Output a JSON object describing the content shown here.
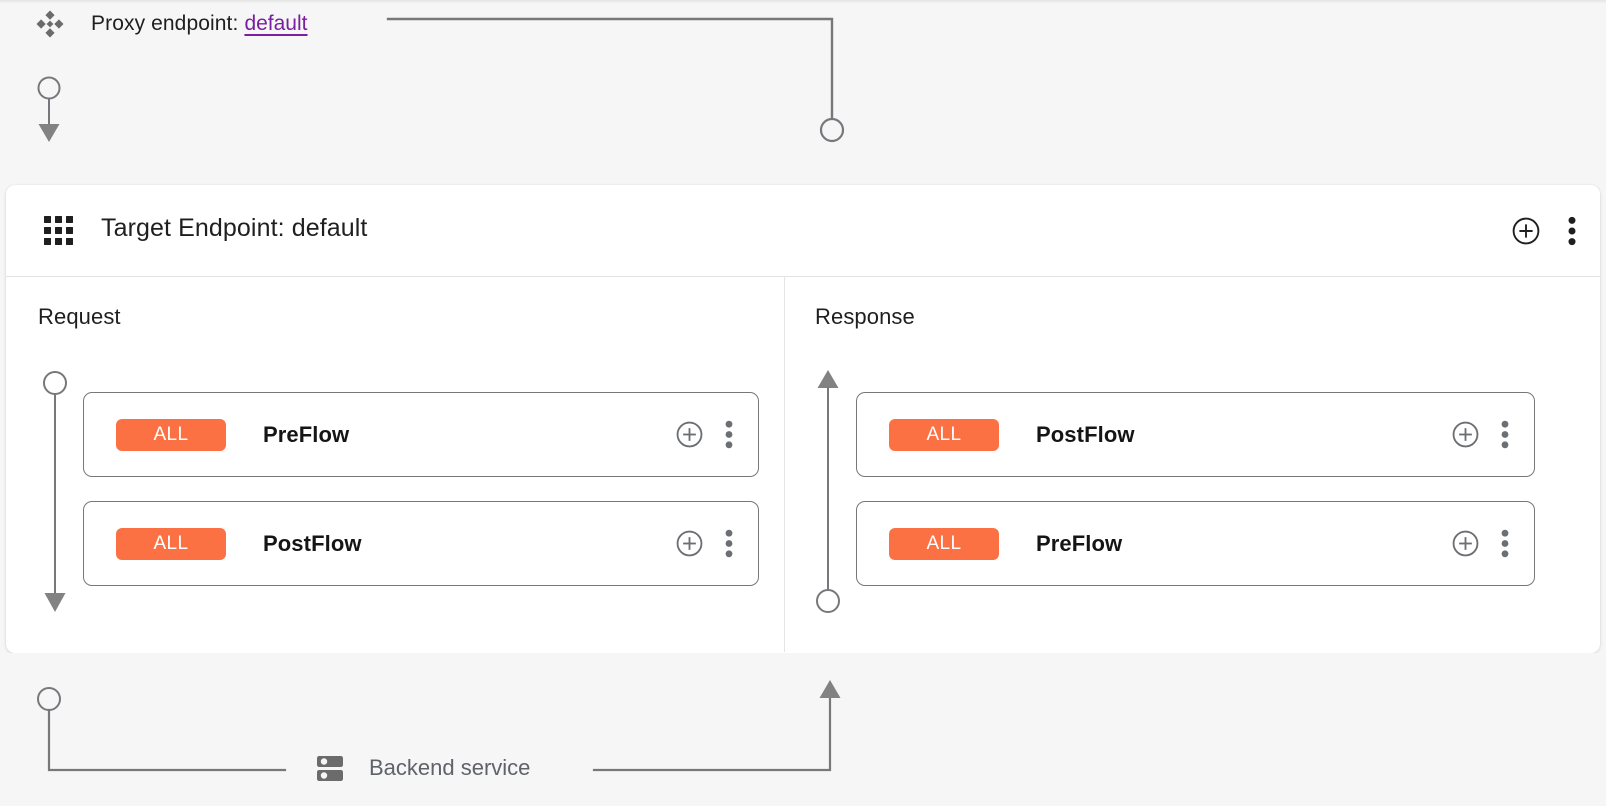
{
  "theme": {
    "page_bg": "#f6f6f6",
    "card_bg": "#ffffff",
    "badge_orange": "#fc7144",
    "link_purple": "#7b1fa2",
    "connector_gray": "#77787b",
    "divider_gray": "#e4e4e4",
    "muted_text": "#5f6368"
  },
  "proxy": {
    "icon": "proxy-endpoint-icon",
    "label": "Proxy endpoint:",
    "value": "default"
  },
  "target_endpoint": {
    "icon": "apps-grid-icon",
    "title": "Target Endpoint: default",
    "actions": [
      {
        "name": "add-policy-button",
        "icon": "plus-circle-icon"
      },
      {
        "name": "more-options-button",
        "icon": "more-vert-icon"
      }
    ]
  },
  "columns": [
    {
      "key": "request",
      "title": "Request",
      "direction": "down",
      "flows": [
        {
          "badge": "ALL",
          "name": "PreFlow"
        },
        {
          "badge": "ALL",
          "name": "PostFlow"
        }
      ],
      "row_actions": [
        {
          "name": "add-policy-button",
          "icon": "plus-circle-icon"
        },
        {
          "name": "more-options-button",
          "icon": "more-vert-icon"
        }
      ]
    },
    {
      "key": "response",
      "title": "Response",
      "direction": "up",
      "flows": [
        {
          "badge": "ALL",
          "name": "PostFlow"
        },
        {
          "badge": "ALL",
          "name": "PreFlow"
        }
      ],
      "row_actions": [
        {
          "name": "add-policy-button",
          "icon": "plus-circle-icon"
        },
        {
          "name": "more-options-button",
          "icon": "more-vert-icon"
        }
      ]
    }
  ],
  "backend": {
    "icon": "server-rack-icon",
    "label": "Backend service"
  }
}
